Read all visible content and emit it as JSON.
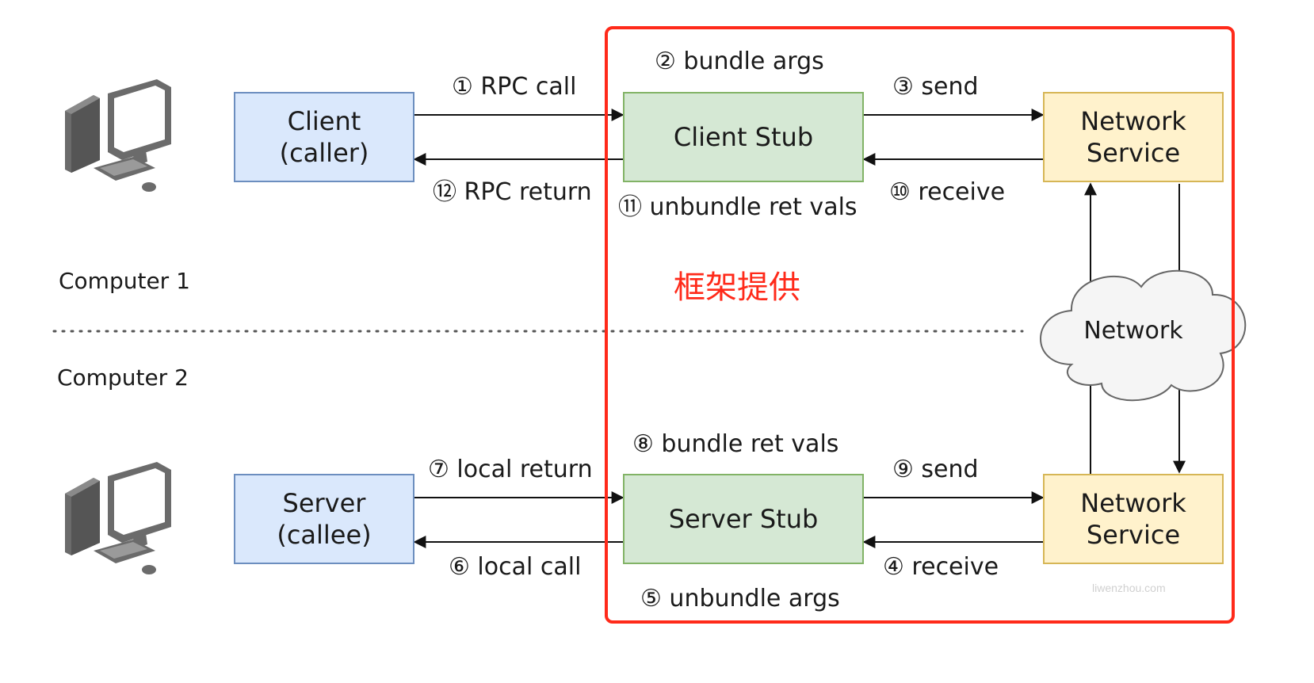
{
  "diagram": {
    "computers": {
      "computer1": "Computer 1",
      "computer2": "Computer 2"
    },
    "boxes": {
      "client": "Client\n(caller)",
      "client_stub": "Client Stub",
      "network_service_top": "Network\nService",
      "server": "Server\n(callee)",
      "server_stub": "Server Stub",
      "network_service_bottom": "Network\nService"
    },
    "steps": {
      "s1": "① RPC call",
      "s2": "② bundle args",
      "s3": "③ send",
      "s4": "④ receive",
      "s5": "⑤ unbundle args",
      "s6": "⑥ local call",
      "s7": "⑦ local return",
      "s8": "⑧ bundle ret vals",
      "s9": "⑨ send",
      "s10": "⑩ receive",
      "s11": "⑪ unbundle ret vals",
      "s12": "⑫ RPC return"
    },
    "network": "Network",
    "framework_label": "框架提供",
    "watermark": "liwenzhou.com",
    "colors": {
      "framework_border": "#ff2a1a",
      "client_fill": "#dae8fc",
      "stub_fill": "#d5e8d4",
      "network_service_fill": "#fff2cc"
    },
    "icons": [
      "desktop-computer-icon",
      "cloud-icon"
    ]
  }
}
